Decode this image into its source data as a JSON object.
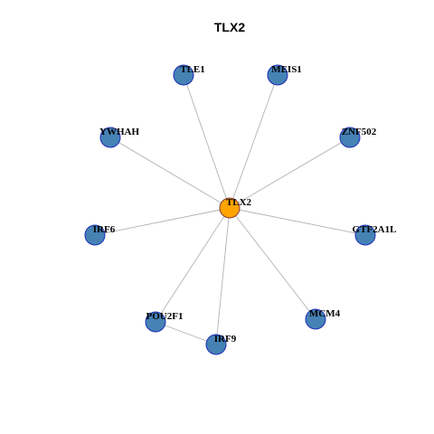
{
  "title": "TLX2",
  "colors": {
    "center_fill": "#FFA500",
    "center_stroke": "#8B3A3A",
    "node_fill": "#4682B4",
    "node_stroke": "#1C2DB8",
    "edge": "#B3B3B3"
  },
  "center": {
    "id": "TLX2",
    "label": "TLX2"
  },
  "nodes": [
    {
      "id": "TLE1",
      "label": "TLE1"
    },
    {
      "id": "MEIS1",
      "label": "MEIS1"
    },
    {
      "id": "YWHAH",
      "label": "YWHAH"
    },
    {
      "id": "ZNF502",
      "label": "ZNF502"
    },
    {
      "id": "IRF6",
      "label": "IRF6"
    },
    {
      "id": "GTF2A1L",
      "label": "GTF2A1L"
    },
    {
      "id": "POU2F1",
      "label": "POU2F1"
    },
    {
      "id": "MCM4",
      "label": "MCM4"
    },
    {
      "id": "IRF9",
      "label": "IRF9"
    }
  ],
  "edges": [
    [
      "TLX2",
      "TLE1"
    ],
    [
      "TLX2",
      "MEIS1"
    ],
    [
      "TLX2",
      "YWHAH"
    ],
    [
      "TLX2",
      "ZNF502"
    ],
    [
      "TLX2",
      "IRF6"
    ],
    [
      "TLX2",
      "GTF2A1L"
    ],
    [
      "TLX2",
      "POU2F1"
    ],
    [
      "TLX2",
      "MCM4"
    ],
    [
      "TLX2",
      "IRF9"
    ],
    [
      "POU2F1",
      "IRF9"
    ]
  ]
}
